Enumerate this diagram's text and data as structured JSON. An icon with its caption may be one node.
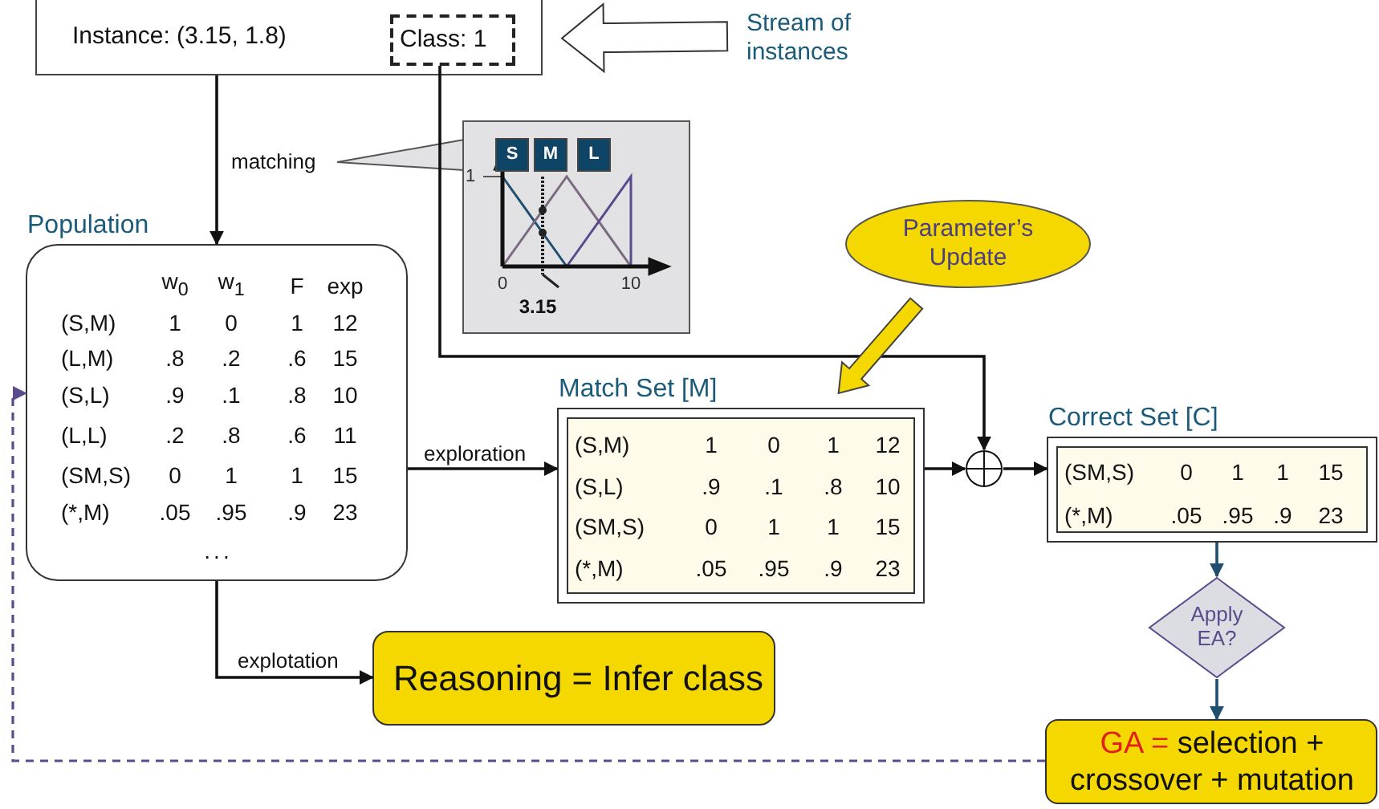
{
  "diagram": {
    "nodes": [
      {
        "text": [
          "Instance: (3.15, 1.8)"
        ]
      },
      {
        "text": [
          "Class: 1"
        ],
        "in": 0
      },
      {
        "text": [
          "Stream of instances"
        ]
      },
      {
        "text": [
          "Population",
          "w$_{0}$",
          "w$_{1}$",
          "F",
          "exp",
          "(S,M)",
          "1",
          "0",
          "1",
          "12",
          "(L,M)",
          ".8",
          ".2",
          ".6",
          "15",
          "(S,L)",
          ".9",
          ".1",
          ".8",
          "10",
          "(L,L)",
          ".2",
          ".8",
          ".6",
          "11",
          "(SM,S)",
          "0",
          "1",
          "1",
          "15",
          "(*,M)",
          ".05",
          ".95",
          ".9",
          "23",
          "..."
        ]
      },
      {
        "text": [
          "S",
          "M",
          "L",
          "1",
          "0",
          "10",
          "3.15"
        ]
      },
      {
        "text": [
          "Parameter’s Update"
        ]
      },
      {
        "text": [
          "Match Set [M]",
          "(S,M)",
          "1",
          "0",
          "1",
          "12",
          "(S,L)",
          ".9",
          ".1",
          ".8",
          "10",
          "(SM,S)",
          "0",
          "1",
          "1",
          "15",
          "(*,M)",
          ".05",
          ".95",
          ".9",
          "23"
        ]
      },
      {
        "text": [],
        "shape": "circle"
      },
      {
        "text": [
          "Correct Set [C]",
          "(SM,S)",
          "0",
          "1",
          "1",
          "15",
          "(*,M)",
          ".05",
          ".95",
          ".9",
          "23"
        ]
      },
      {
        "text": [
          "Apply EA?"
        ]
      },
      {
        "text": [
          "Reasoning = Infer class"
        ]
      },
      {
        "text": [
          "GA =",
          "selection + crossover + mutation"
        ]
      }
    ],
    "edges": [
      {
        "from": 0,
        "to": 3,
        "arrow": "to",
        "label": "matching"
      },
      {
        "from": 1,
        "to": 7,
        "arrow": "to"
      },
      {
        "from": 2,
        "to": 0,
        "arrow": "to",
        "style": "thick"
      },
      {
        "from": 3,
        "to": 6,
        "arrow": "to",
        "label": "exploration"
      },
      {
        "from": 3,
        "to": 10,
        "arrow": "to",
        "label": "explotation"
      },
      {
        "from": 6,
        "to": 7,
        "arrow": "to"
      },
      {
        "from": 7,
        "to": 8,
        "arrow": "to"
      },
      {
        "from": 8,
        "to": 9,
        "arrow": "to",
        "color": "#1f4e6e"
      },
      {
        "from": 9,
        "to": 11,
        "arrow": "to",
        "color": "#1f4e6e"
      },
      {
        "from": 11,
        "to": 3,
        "arrow": "to",
        "style": "dashed",
        "color": "#5a4b8c"
      },
      {
        "from": 5,
        "to": 6,
        "arrow": "to",
        "style": "thick",
        "color": "#f5d800"
      }
    ]
  }
}
